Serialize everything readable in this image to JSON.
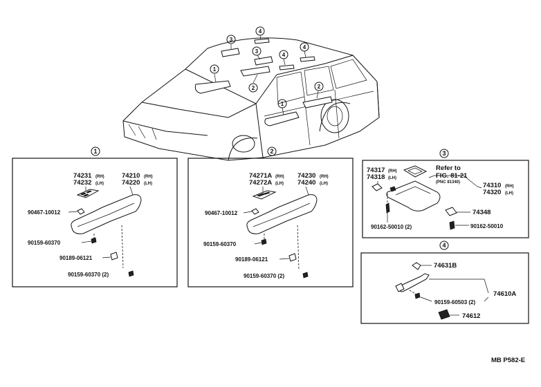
{
  "callouts": {
    "c1": "1",
    "c2": "2",
    "c3": "3",
    "c4": "4"
  },
  "section1": {
    "part_a": "74231",
    "part_a_side": "(RH)",
    "part_b": "74232",
    "part_b_side": "(LH)",
    "part_c": "74210",
    "part_c_side": "(RH)",
    "part_d": "74220",
    "part_d_side": "(LH)",
    "clip": "90467-10012",
    "screw1": "90159-60370",
    "cap": "90189-06121",
    "screw2": "90159-60370 (2)"
  },
  "section2": {
    "part_a": "74271A",
    "part_a_side": "(RH)",
    "part_b": "74272A",
    "part_b_side": "(LH)",
    "part_c": "74230",
    "part_c_side": "(RH)",
    "part_d": "74240",
    "part_d_side": "(LH)",
    "clip": "90467-10012",
    "screw1": "90159-60370",
    "cap": "90189-06121",
    "screw2": "90159-60370 (2)"
  },
  "section3": {
    "part_a": "74317",
    "part_a_side": "(RH)",
    "part_b": "74318",
    "part_b_side": "(LH)",
    "refer1": "Refer to",
    "refer2": "FIG. 81-21",
    "refer3": "(PNC 81340)",
    "part_c": "74310",
    "part_c_side": "(RH)",
    "part_d": "74320",
    "part_d_side": "(LH)",
    "holder": "74348",
    "screw1": "90162-50010 (2)",
    "screw2": "90162-50010"
  },
  "section4": {
    "cover": "74631B",
    "grip": "74610A",
    "screw": "90159-60503 (2)",
    "cap": "74612"
  },
  "footer_code": "MB P582-E"
}
